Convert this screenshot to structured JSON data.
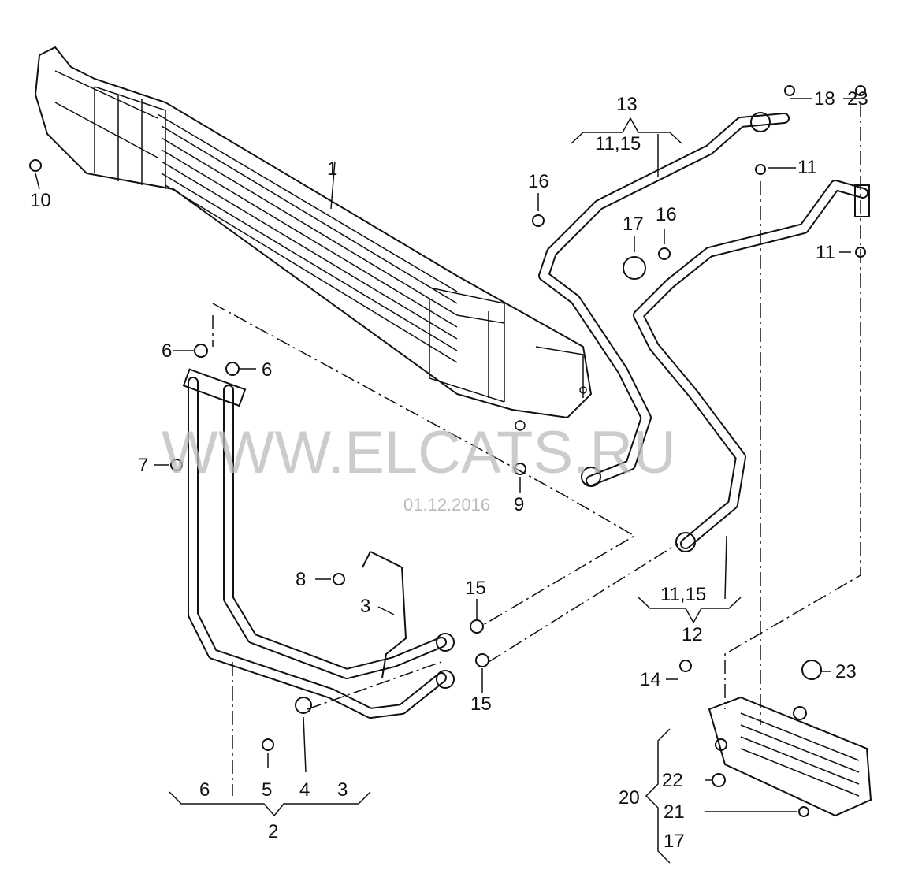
{
  "diagram": {
    "watermark": "WWW.ELCATS.RU",
    "date": "01.12.2016",
    "labels": {
      "l1": "1",
      "l10": "10",
      "l13": "13",
      "l11_15_top": "11,15",
      "l16a": "16",
      "l18": "18",
      "l11a": "11",
      "l17a": "17",
      "l16b": "16",
      "l11b": "11",
      "l6a": "6",
      "l6b": "6",
      "l7": "7",
      "l9": "9",
      "l8": "8",
      "l3a": "3",
      "l15a": "15",
      "l15b": "15",
      "l11_15_bot": "11,15",
      "l12": "12",
      "l14": "14",
      "l23a": "23",
      "l23b": "23",
      "l22": "22",
      "l20": "20",
      "l21": "21",
      "l17b": "17",
      "l6c": "6",
      "l5": "5",
      "l4": "4",
      "l3b": "3",
      "l2": "2"
    }
  }
}
